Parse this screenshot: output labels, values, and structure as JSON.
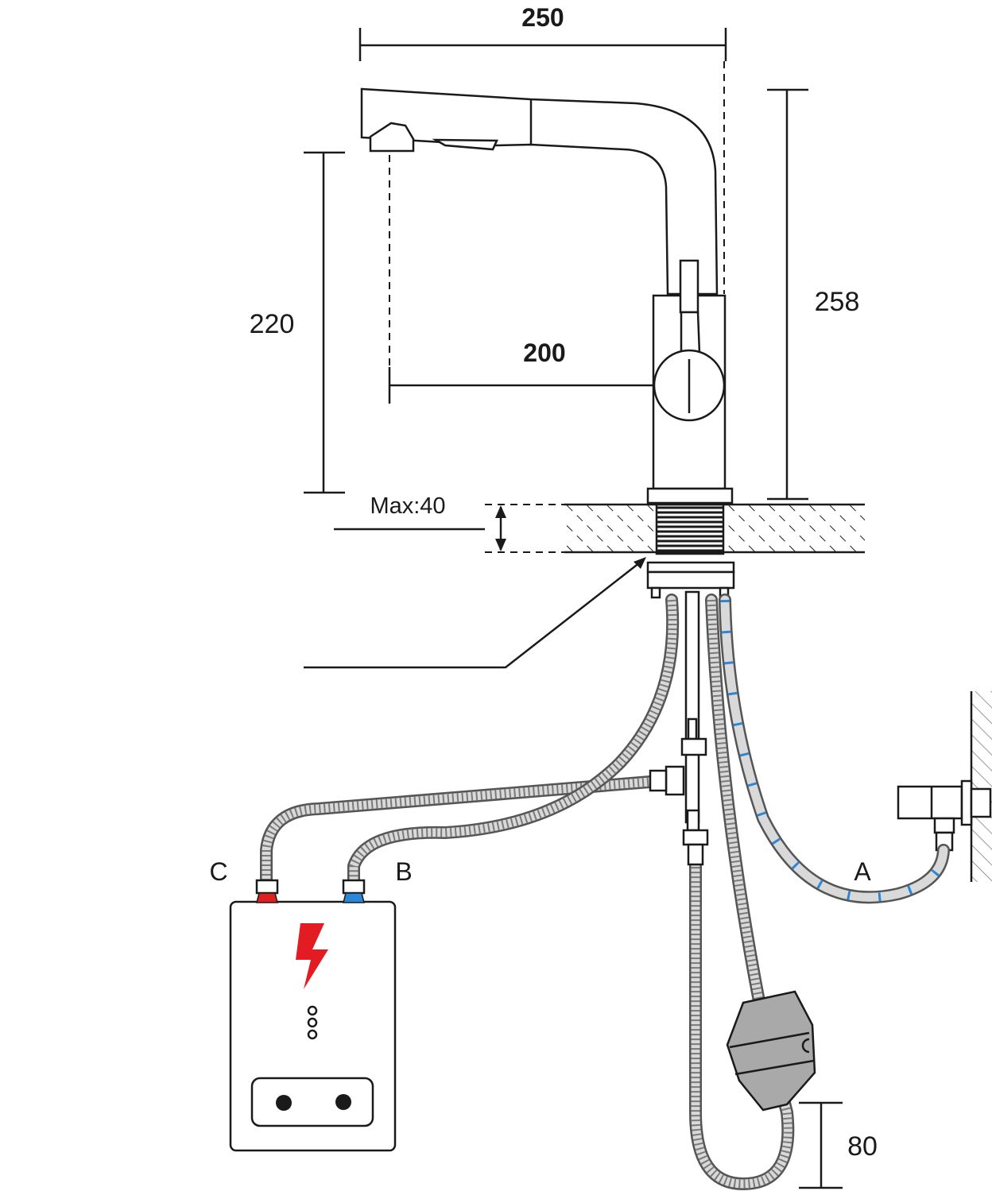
{
  "dimensions": {
    "top_width": "250",
    "spout_reach": "200",
    "spout_height": "220",
    "total_height": "258",
    "max_thickness": "Max:40",
    "box_drop": "80"
  },
  "connections": {
    "a": "A",
    "b": "B",
    "c": "C"
  },
  "colors": {
    "line": "#1a1a1a",
    "hot": "#e02020",
    "cold": "#2a86d8",
    "bolt": "#e31b23",
    "weight": "#a9a9a9"
  },
  "icons": {
    "heater_symbol": "lightning-bolt-icon"
  }
}
